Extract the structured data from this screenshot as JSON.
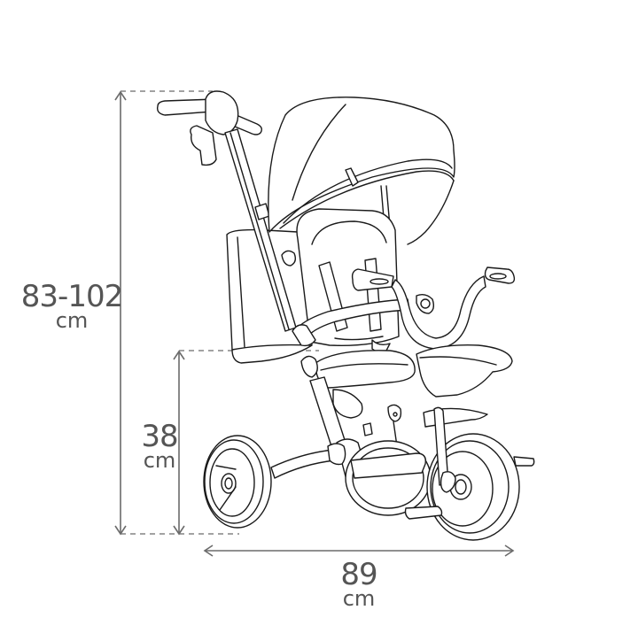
{
  "diagram": {
    "subject": "convertible tricycle with canopy, push handle, side bag, front basket",
    "colors": {
      "background": "#ffffff",
      "drawing_stroke": "#1a1a1a",
      "dimension_lines": "#6b6b6b",
      "label_text": "#555555"
    },
    "dimensions": {
      "overall_height": {
        "value": "83-102",
        "unit": "cm"
      },
      "seat_height": {
        "value": "38",
        "unit": "cm"
      },
      "overall_length": {
        "value": "89",
        "unit": "cm"
      }
    }
  }
}
